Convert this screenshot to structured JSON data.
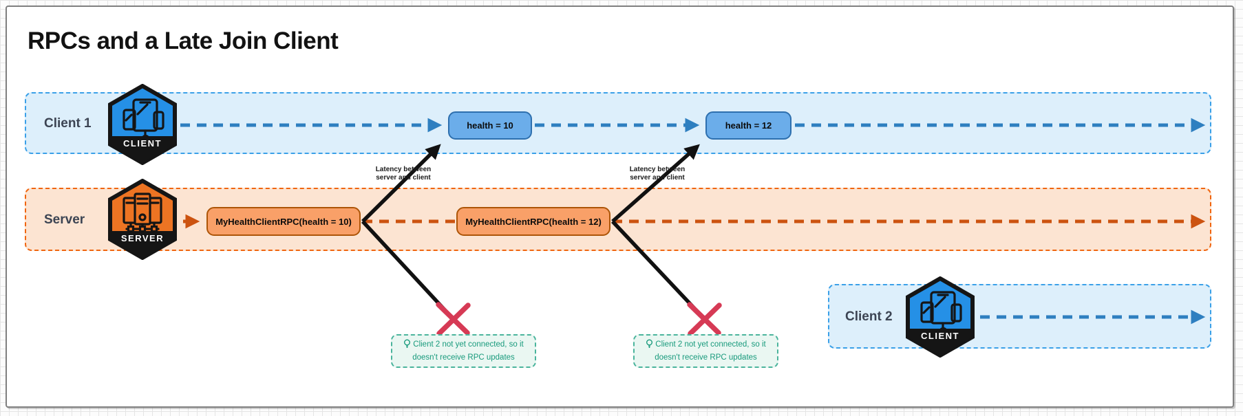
{
  "title": "RPCs and a Late Join Client",
  "lanes": {
    "client1": {
      "label": "Client 1",
      "badge": "CLIENT"
    },
    "server": {
      "label": "Server",
      "badge": "SERVER"
    },
    "client2": {
      "label": "Client 2",
      "badge": "CLIENT"
    }
  },
  "nodes": {
    "rpc1": "MyHealthClientRPC(health = 10)",
    "rpc2": "MyHealthClientRPC(health = 12)",
    "health1": "health = 10",
    "health2": "health = 12"
  },
  "annotations": {
    "latency_line1": "Latency between",
    "latency_line2": "server and client",
    "note_text": "Client 2 not yet connected, so it doesn't receive RPC updates"
  },
  "colors": {
    "client_hex_fill": "#2590e6",
    "client_lane_fill": "#ddeffb",
    "client_lane_border": "#3aa0e8",
    "client_flow_line": "#2e7fc0",
    "health_box_fill": "#6badea",
    "health_box_border": "#2d6fae",
    "server_hex_fill": "#ed7423",
    "server_lane_fill": "#fce4d2",
    "server_lane_border": "#f0650f",
    "server_flow_line": "#cc5310",
    "rpc_box_fill": "#f9a068",
    "rpc_box_border": "#ad5508",
    "note_fill": "#eaf7f2",
    "note_border": "#4ab49c",
    "note_text": "#189a7c",
    "blocked_cross": "#d63a55",
    "black_arrow": "#111111"
  }
}
